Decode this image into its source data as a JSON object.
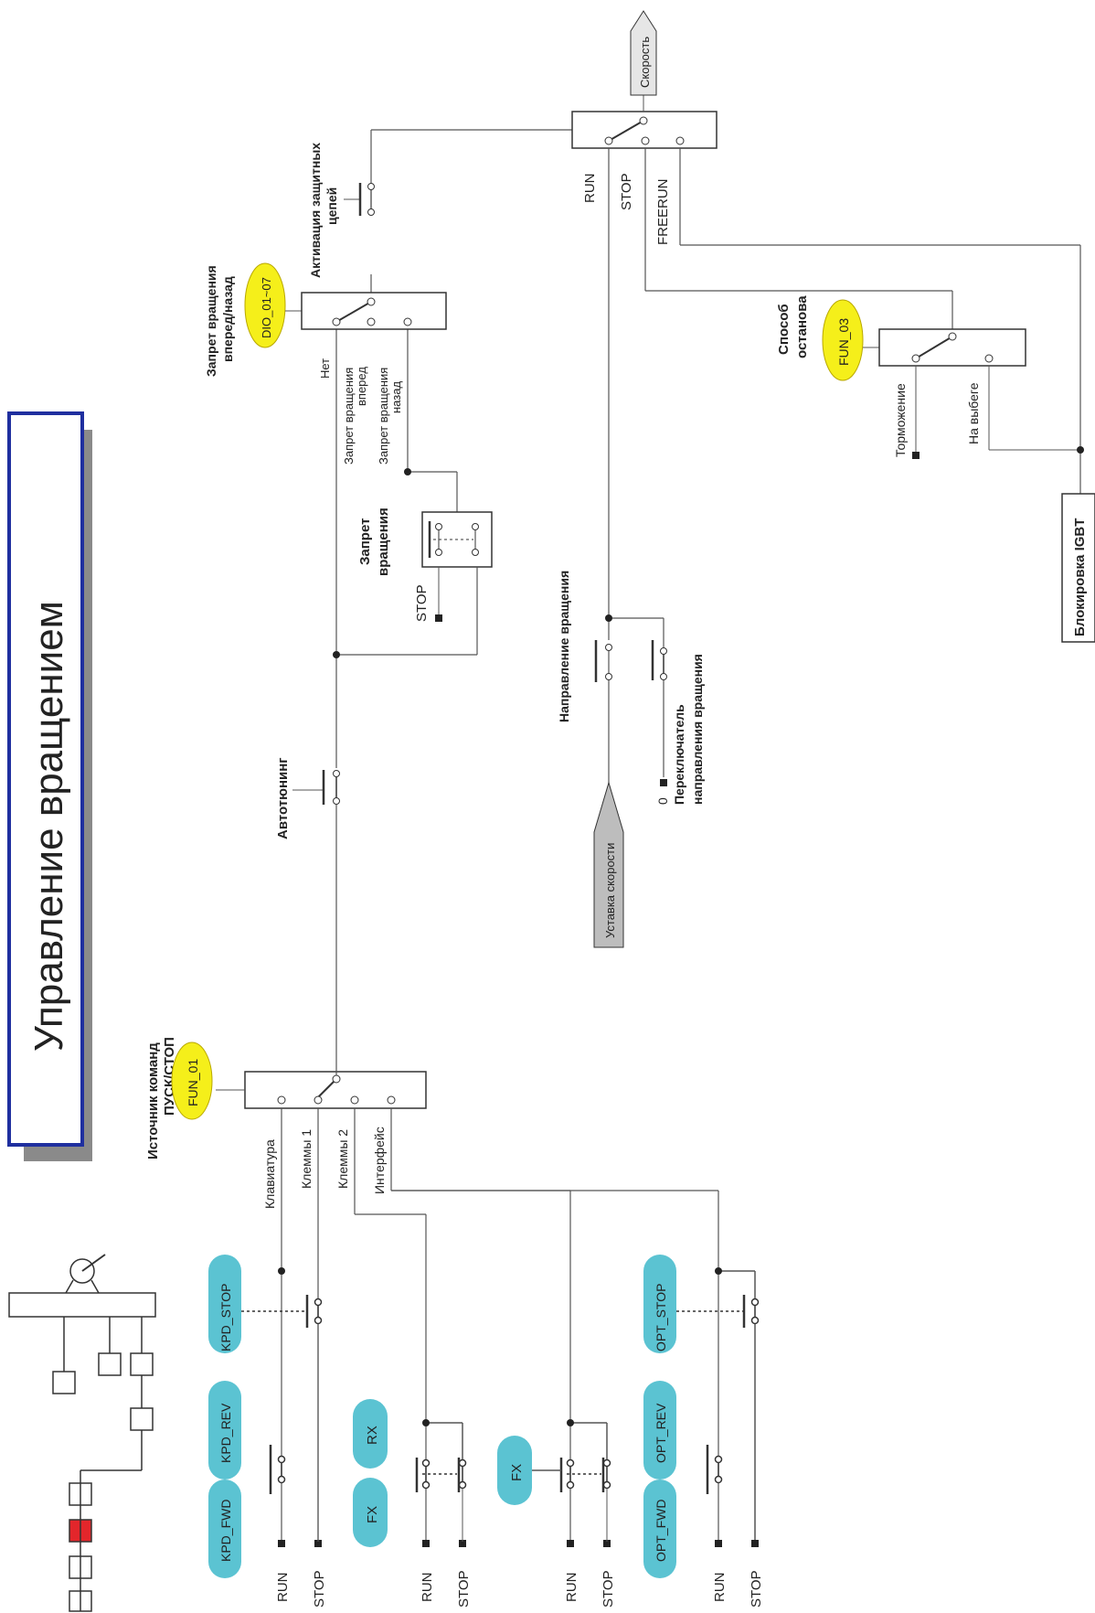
{
  "title": "Управление вращением",
  "colors": {
    "title_border": "#1f2f9f",
    "title_shadow": "#8a8a8a",
    "param_fill": "#f5ef1a",
    "button_fill": "#5bc3d2",
    "active_block": "#e3262b",
    "line": "#555555",
    "arrow_fill": "#bdbdbd"
  },
  "source": {
    "label_line1": "Источник команд",
    "label_line2": "ПУСК/СТОП",
    "param": "FUN_01",
    "inputs": [
      "Клавиатура",
      "Клеммы 1",
      "Клеммы 2",
      "Интерфейс"
    ]
  },
  "keypad": {
    "buttons": [
      "KPD_FWD",
      "KPD_REV",
      "KPD_STOP"
    ]
  },
  "terminals1": {
    "buttons": [
      "FX",
      "RX"
    ]
  },
  "terminals2": {
    "buttons": [
      "FX"
    ]
  },
  "option": {
    "buttons": [
      "OPT_FWD",
      "OPT_REV",
      "OPT_STOP"
    ]
  },
  "run_label": "RUN",
  "stop_label": "STOP",
  "autotuning": "Автотюнинг",
  "rotation_inhibit": {
    "label_line1": "Запрет",
    "label_line2": "вращения",
    "stop_label": "STOP"
  },
  "fwd_rev_inhibit": {
    "label_line1": "Запрет вращения",
    "label_line2": "вперед/назад",
    "param": "DIO_01~07",
    "inputs": [
      "Нет",
      "Запрет вращения вперед",
      "Запрет вращения назад"
    ],
    "input2_line1": "Запрет вращения",
    "input2_line2": "вперед",
    "input3_line1": "Запрет вращения",
    "input3_line2": "назад"
  },
  "protection": {
    "label_line1": "Активация защитных",
    "label_line2": "цепей"
  },
  "speed_output": "Скорость",
  "output_switch_inputs": [
    "RUN",
    "STOP",
    "FREERUN"
  ],
  "speed_setpoint": "Уставка скорости",
  "direction": {
    "label": "Направление вращения",
    "switch_line1": "Переключатель",
    "switch_line2": "направления вращения",
    "zero": "0"
  },
  "stop_method": {
    "label_line1": "Способ",
    "label_line2": "останова",
    "param": "FUN_03",
    "inputs": [
      "Торможение",
      "На выбеге"
    ]
  },
  "igbt_block": "Блокировка IGBT"
}
